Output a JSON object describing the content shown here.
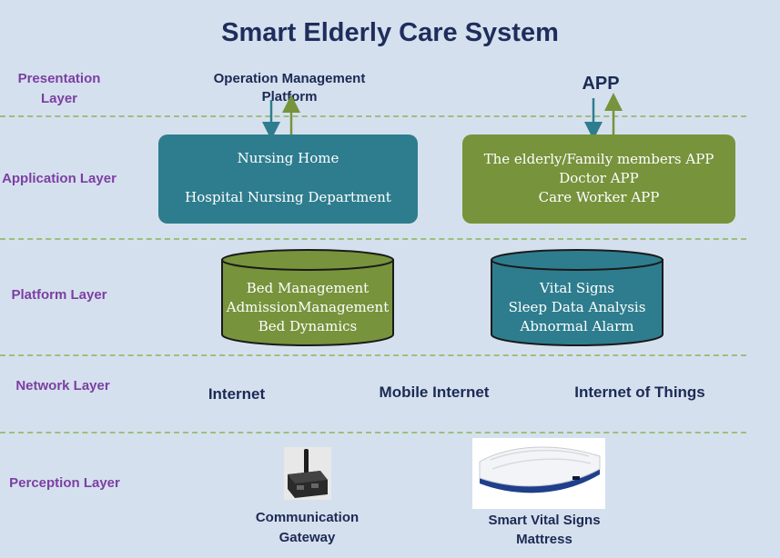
{
  "title": "Smart Elderly Care System",
  "layers": {
    "presentation": "Presentation Layer",
    "application": "Application Layer",
    "platform": "Platform Layer",
    "network": "Network Layer",
    "perception": "Perception Layer"
  },
  "presentation": {
    "operation_platform": "Operation Management Platform",
    "app": "APP"
  },
  "application": {
    "left_box": [
      "Nursing Home",
      "Hospital Nursing Department"
    ],
    "right_box": [
      "The elderly/Family members APP",
      "Doctor APP",
      "Care Worker APP"
    ]
  },
  "platform": {
    "left_cylinder": [
      "Bed Management",
      "AdmissionManagement",
      "Bed Dynamics"
    ],
    "right_cylinder": [
      "Vital Signs",
      "Sleep Data Analysis",
      "Abnormal Alarm"
    ]
  },
  "network": {
    "items": [
      "Internet",
      "Mobile Internet",
      "Internet of Things"
    ]
  },
  "perception": {
    "gateway_label": "Communication Gateway",
    "mattress_label": "Smart Vital Signs Mattress"
  },
  "colors": {
    "background": "#d5e0ee",
    "title": "#1f2d5c",
    "layer_label": "#7b3fa2",
    "teal": "#2e7d8e",
    "green": "#77933c",
    "divider": "#9cbf7c",
    "arrow_down": "#2e7d8e",
    "arrow_up": "#77933c"
  }
}
